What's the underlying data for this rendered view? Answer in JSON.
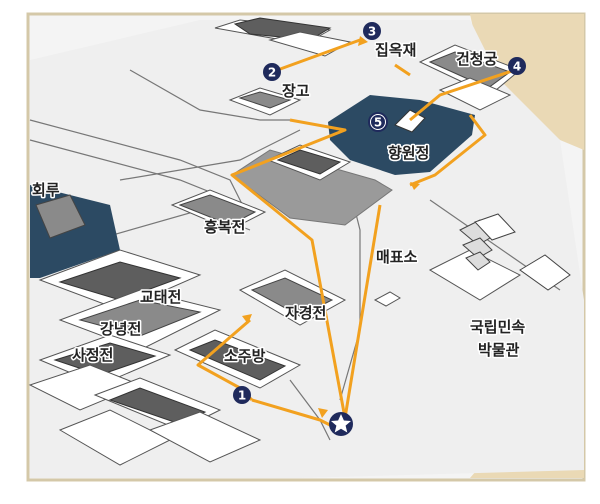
{
  "map": {
    "labels": {
      "jangko": "장고",
      "jibokjae": "집옥재",
      "geoncheonggung": "건청궁",
      "hyangwonjeong": "향원정",
      "gyeonghoeru_partial": "회루",
      "heungbokjeon": "흥복전",
      "maepyoso": "매표소",
      "gyotaejeon": "교태전",
      "jagyeongjeon": "자경전",
      "gangnyeongjeon": "강녕전",
      "sojubang": "소주방",
      "sajeongjeon": "사정전",
      "museum_line1": "국립민속",
      "museum_line2": "박물관"
    },
    "markers": {
      "m1": "1",
      "m2": "2",
      "m3": "3",
      "m4": "4",
      "m5": "5",
      "start_icon": "star-icon"
    },
    "colors": {
      "route": "#f2a11f",
      "marker": "#1f2a5c",
      "pond": "#2c4a63",
      "pavement": "#9a9a9a",
      "land_beige": "#ead9b5",
      "frame": "#d4c8a8"
    }
  }
}
